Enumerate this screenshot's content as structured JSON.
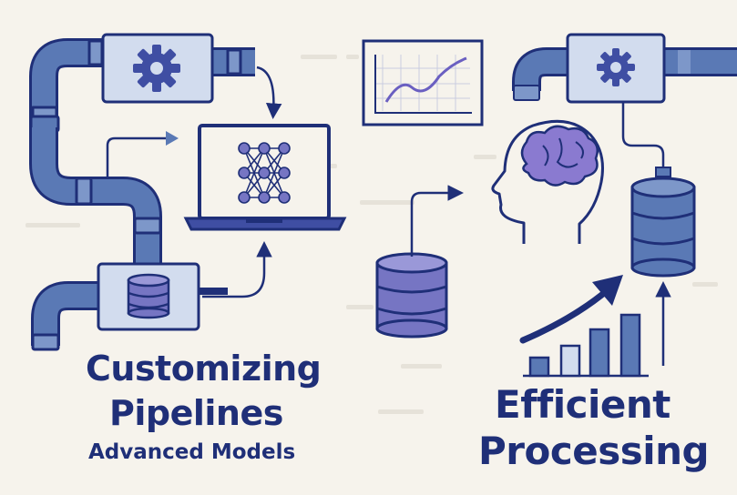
{
  "labels": {
    "customizing": "Customizing",
    "pipelines": "Pipelines",
    "advanced_models": "Advanced Models",
    "efficient": "Efficient",
    "processing": "Processing"
  },
  "colors": {
    "navy": "#1f2f78",
    "pipe_blue": "#5a79b5",
    "pipe_light": "#7d97c9",
    "panel": "#d2dcee",
    "db_purple": "#7675c3",
    "brain": "#8a7ad0",
    "background": "#f6f3ec"
  },
  "icons": [
    "gear-icon",
    "neural-network-icon",
    "laptop-icon",
    "database-icon",
    "line-chart-icon",
    "brain-icon",
    "head-profile-icon",
    "bar-chart-icon",
    "trend-arrow-icon"
  ]
}
